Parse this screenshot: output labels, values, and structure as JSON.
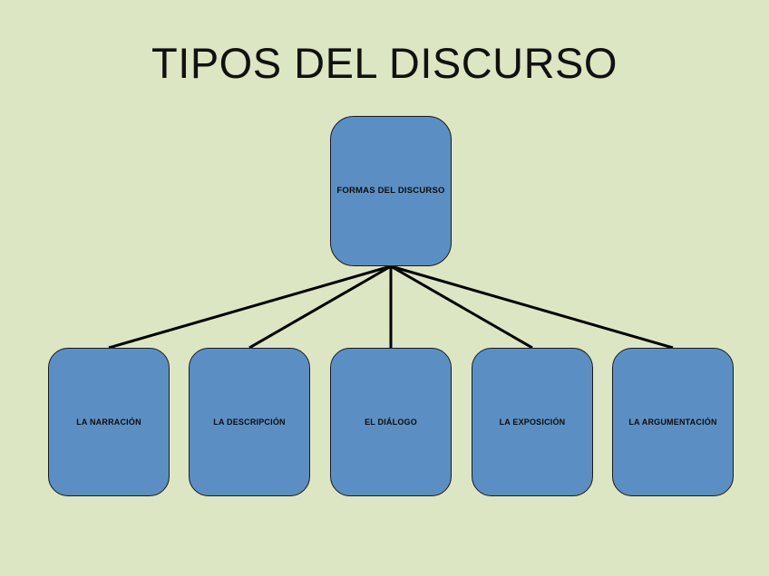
{
  "slide": {
    "background_color": "#dde6c3",
    "title": "TIPOS DEL DISCURSO"
  },
  "diagram": {
    "node_fill_color": "#5b8fc4",
    "node_border_color": "#1a1a1a",
    "connector_color": "#000000",
    "root": {
      "label": "FORMAS DEL DISCURSO"
    },
    "children": [
      {
        "label": "LA NARRACIÓN"
      },
      {
        "label": "LA DESCRIPCIÓN"
      },
      {
        "label": "EL DIÁLOGO"
      },
      {
        "label": "LA EXPOSICIÓN"
      },
      {
        "label": "LA ARGUMENTACIÓN"
      }
    ]
  }
}
